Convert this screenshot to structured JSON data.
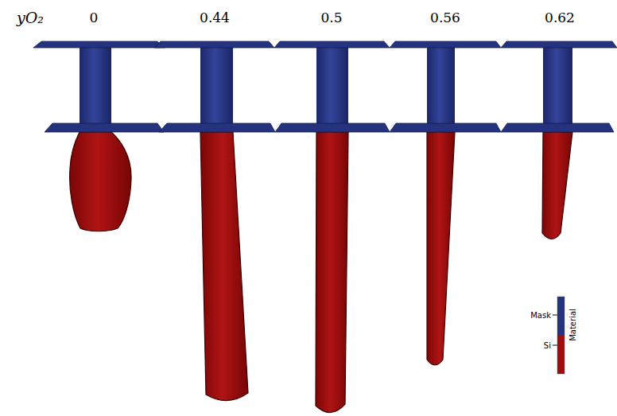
{
  "diagram": {
    "labels": [
      "yO₂",
      "0",
      "0.44",
      "0.5",
      "0.56",
      "0.62",
      "Material"
    ],
    "legend": [
      {
        "text": "Mask",
        "color": "#25337f"
      },
      {
        "text": "Si",
        "color": "#a10d0d"
      }
    ]
  }
}
